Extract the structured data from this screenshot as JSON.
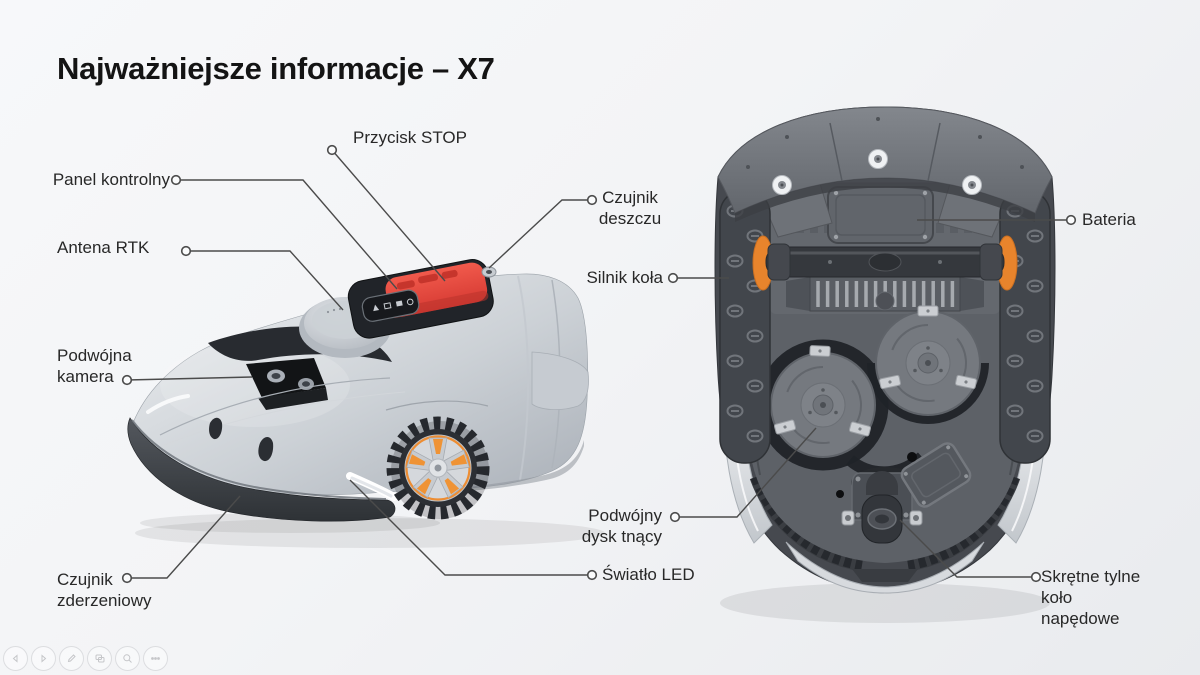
{
  "title": "Najważniejsze informacje – X7",
  "product_code": "X7",
  "callouts": {
    "przycisk_stop": "Przycisk STOP",
    "panel_kontrolny": "Panel kontrolny",
    "antena_rtk": "Antena RTK",
    "podwojna_kamera": "Podwójna\nkamera",
    "czujnik_zderzeniowy": "Czujnik\nzderzeniowy",
    "czujnik_deszczu": "Czujnik\ndeszczu",
    "silnik_kola": "Silnik koła",
    "podwojny_dysk_tnacy": "Podwójny\ndysk tnący",
    "swiatlo_led": "Światło LED",
    "bateria": "Bateria",
    "skretne_tylne_kolo": "Skrętne tylne\nkoło\nnapędowe"
  },
  "toolbar": {
    "buttons": [
      "previous-slide-icon",
      "next-slide-icon",
      "pen-icon",
      "see-all-slides-icon",
      "zoom-icon",
      "more-options-icon"
    ]
  },
  "colors": {
    "accent_orange": "#ee8c2e",
    "stop_red": "#e8453f",
    "background": "#f3f4f6",
    "label_text": "#282828",
    "leader_line": "#4b4b4b"
  }
}
